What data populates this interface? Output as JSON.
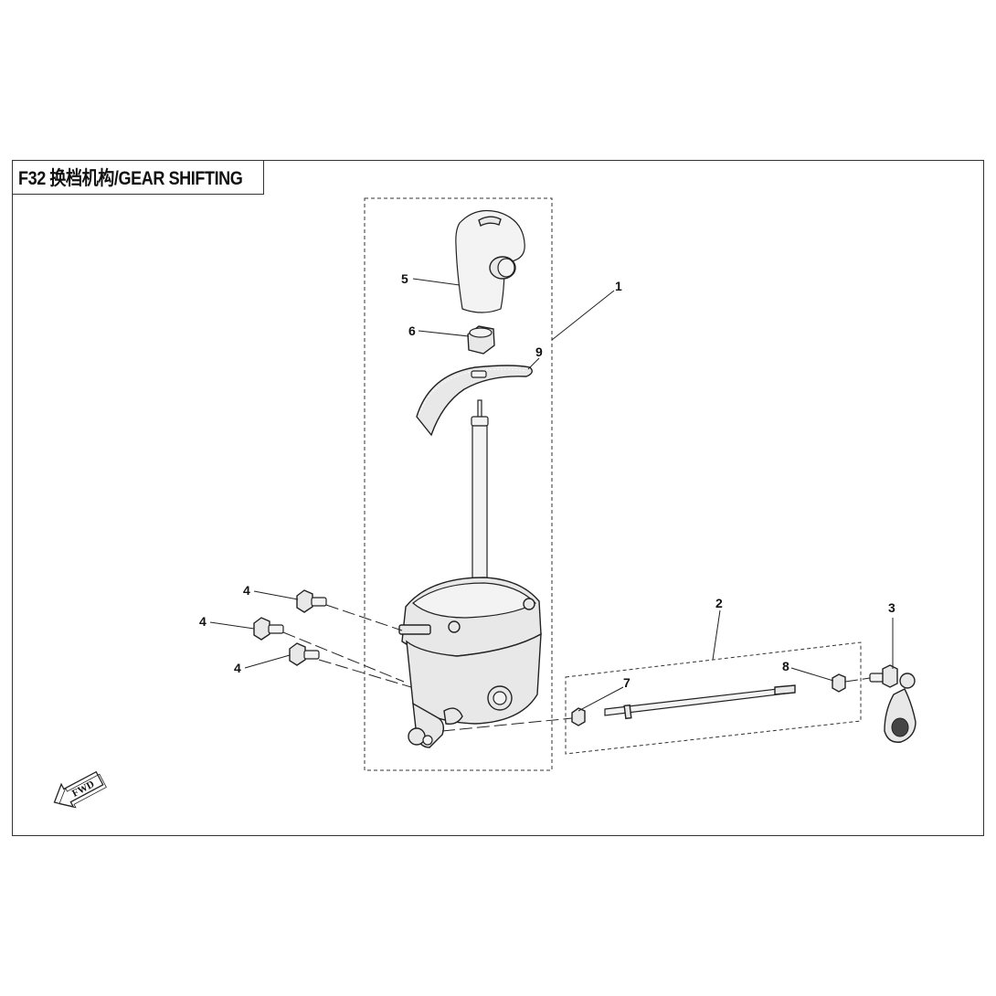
{
  "title": "F32  换档机构/GEAR SHIFTING",
  "callouts": {
    "c1": "1",
    "c2": "2",
    "c3": "3",
    "c4a": "4",
    "c4b": "4",
    "c4c": "4",
    "c5": "5",
    "c6": "6",
    "c7": "7",
    "c8": "8",
    "c9": "9"
  },
  "fwd_label": "FWD"
}
